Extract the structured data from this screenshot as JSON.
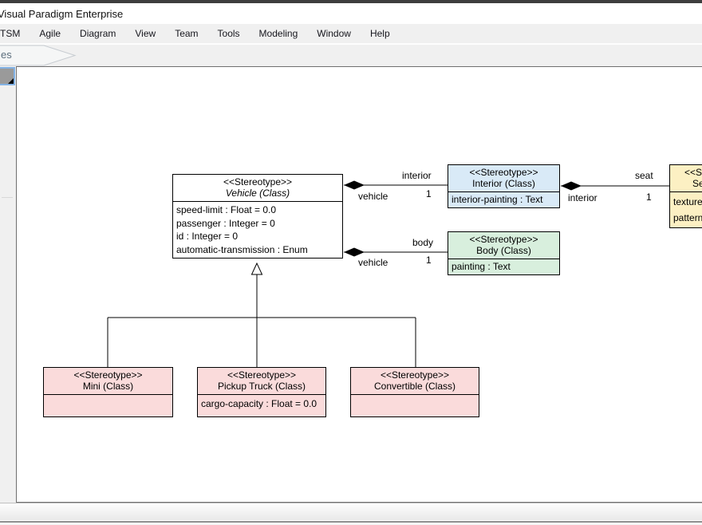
{
  "window": {
    "title": "Visual Paradigm Enterprise"
  },
  "menu": {
    "items": [
      {
        "label": "TSM"
      },
      {
        "label": "Agile"
      },
      {
        "label": "Diagram"
      },
      {
        "label": "View"
      },
      {
        "label": "Team"
      },
      {
        "label": "Tools"
      },
      {
        "label": "Modeling"
      },
      {
        "label": "Window"
      },
      {
        "label": "Help"
      }
    ]
  },
  "tabbar": {
    "active_tab_label": "es"
  },
  "toolbar": {
    "selected_tool": "selection-tool"
  },
  "colors": {
    "vehicle_fill": "#FFFFFF",
    "interior_fill": "#D9EAF7",
    "body_fill": "#D8EFDD",
    "seat_fill": "#FCF0C3",
    "subclass_fill": "#FADBDB",
    "tool_selection_highlight": "#83B2E4",
    "diagram_line": "#000000"
  },
  "diagram": {
    "classes": [
      {
        "stereotype": "<<Stereotype>>",
        "name": "Vehicle (Class)",
        "attributes": [
          "speed-limit : Float = 0.0",
          "passenger : Integer = 0",
          "id : Integer = 0",
          "automatic-transmission : Enum"
        ]
      },
      {
        "stereotype": "<<Stereotype>>",
        "name": "Interior (Class)",
        "attributes": [
          "interior-painting : Text"
        ]
      },
      {
        "stereotype": "<<Stereotype>>",
        "name": "Body (Class)",
        "attributes": [
          "painting : Text"
        ]
      },
      {
        "stereotype": "<<Stereotype>>",
        "name": "Seat (Class)",
        "attributes": [
          "texture : Text",
          "pattern : Text"
        ]
      },
      {
        "stereotype": "<<Stereotype>>",
        "name": "Mini (Class)",
        "attributes": []
      },
      {
        "stereotype": "<<Stereotype>>",
        "name": "Pickup Truck (Class)",
        "attributes": [
          "cargo-capacity : Float = 0.0"
        ]
      },
      {
        "stereotype": "<<Stereotype>>",
        "name": "Convertible (Class)",
        "attributes": []
      }
    ],
    "associations": [
      {
        "role": "interior",
        "owner_role": "vehicle",
        "multiplicity": "1"
      },
      {
        "role": "body",
        "owner_role": "vehicle",
        "multiplicity": "1"
      },
      {
        "role": "seat",
        "owner_role": "interior",
        "multiplicity": "1"
      }
    ]
  },
  "statusbar": {
    "text": ""
  }
}
